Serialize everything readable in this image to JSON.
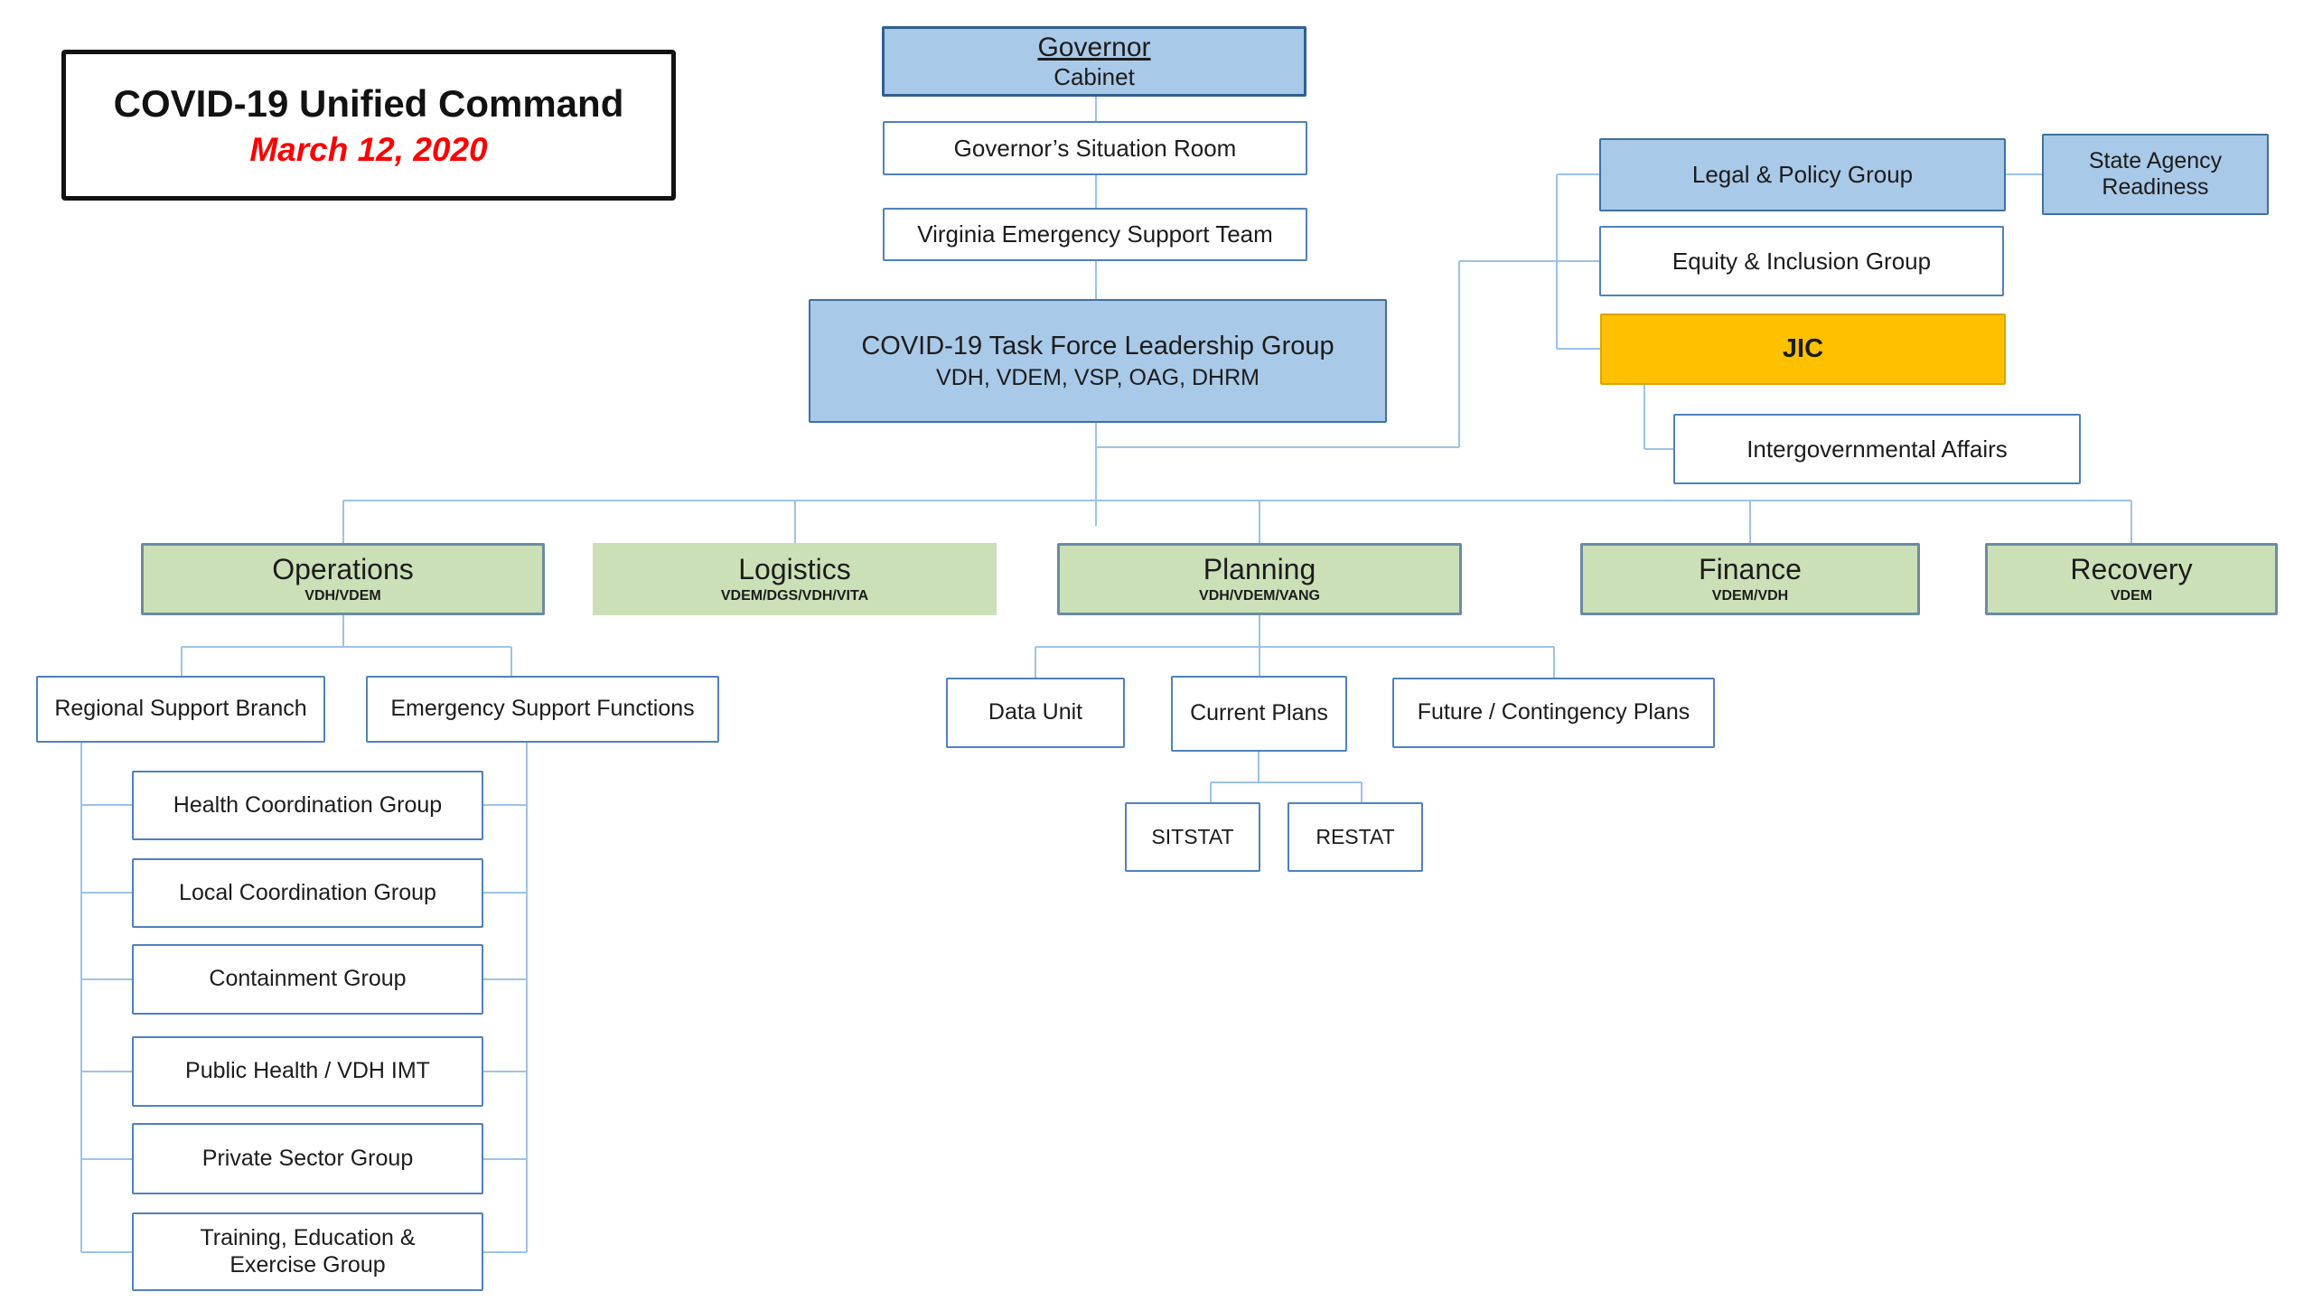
{
  "title": {
    "heading": "COVID-19 Unified Command",
    "date": "March 12, 2020"
  },
  "colors": {
    "box_blue": "#a9c9e8",
    "box_green": "#cbe0b7",
    "box_orange": "#ffc000",
    "blue_border": "#40719c",
    "green_border": "#6b8ba4",
    "white_box_border": "#4f81bd",
    "date_red": "#ff0000",
    "connector_blue": "#9dc3e6",
    "title_border_black": "#121212"
  },
  "nodes": {
    "governor": {
      "label": "Governor",
      "sublabel": "Cabinet"
    },
    "situation_room": {
      "label": "Governor’s Situation Room"
    },
    "vest": {
      "label": "Virginia Emergency Support Team"
    },
    "task_force": {
      "label": "COVID-19 Task Force Leadership Group",
      "sublabel": "VDH, VDEM, VSP, OAG, DHRM"
    },
    "legal_policy": {
      "label": "Legal & Policy Group"
    },
    "state_agency": {
      "label": "State Agency Readiness"
    },
    "equity_inclusion": {
      "label": "Equity & Inclusion Group"
    },
    "jic": {
      "label": "JIC"
    },
    "intergovernmental": {
      "label": "Intergovernmental Affairs"
    },
    "operations": {
      "label": "Operations",
      "sublabel": "VDH/VDEM"
    },
    "logistics": {
      "label": "Logistics",
      "sublabel": "VDEM/DGS/VDH/VITA"
    },
    "planning": {
      "label": "Planning",
      "sublabel": "VDH/VDEM/VANG"
    },
    "finance": {
      "label": "Finance",
      "sublabel": "VDEM/VDH"
    },
    "recovery": {
      "label": "Recovery",
      "sublabel": "VDEM"
    },
    "regional_support": {
      "label": "Regional Support Branch"
    },
    "esf": {
      "label": "Emergency Support Functions"
    },
    "health_coordination": {
      "label": "Health Coordination Group"
    },
    "local_coordination": {
      "label": "Local Coordination Group"
    },
    "containment": {
      "label": "Containment Group"
    },
    "public_health": {
      "label": "Public Health / VDH IMT"
    },
    "private_sector": {
      "label": "Private Sector Group"
    },
    "training": {
      "label": "Training, Education & Exercise Group"
    },
    "data_unit": {
      "label": "Data Unit"
    },
    "current_plans": {
      "label": "Current Plans"
    },
    "future_plans": {
      "label": "Future / Contingency Plans"
    },
    "sitstat": {
      "label": "SITSTAT"
    },
    "restat": {
      "label": "RESTAT"
    }
  }
}
